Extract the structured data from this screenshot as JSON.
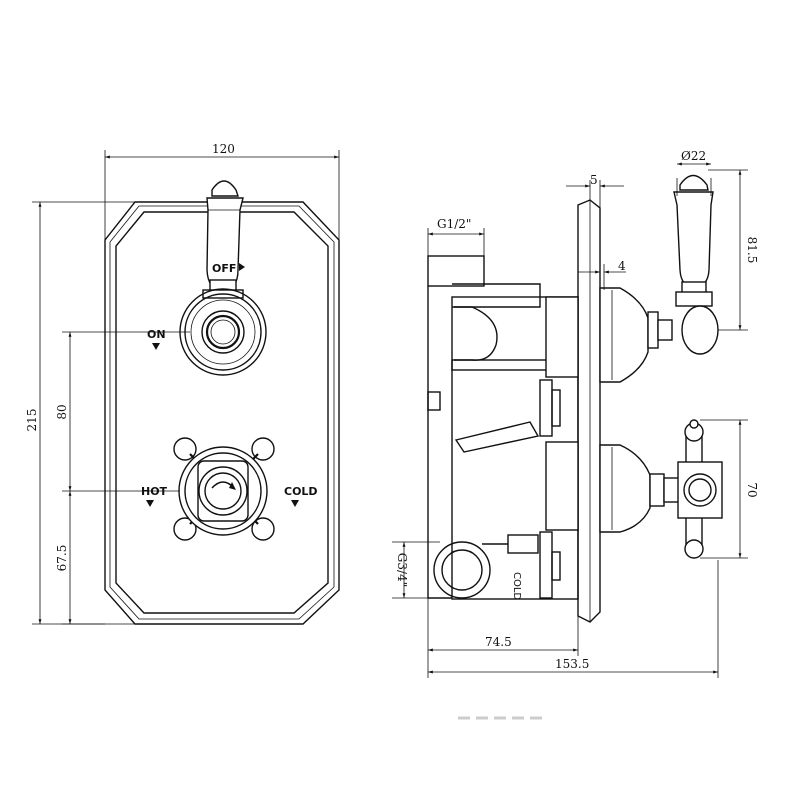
{
  "front_view": {
    "dimensions": {
      "width": "120",
      "height": "215",
      "upper_spacing": "80",
      "lower_spacing": "67.5"
    },
    "labels": {
      "off": "OFF",
      "on": "ON",
      "hot": "HOT",
      "cold": "COLD"
    }
  },
  "side_view": {
    "dimensions": {
      "inlet_top": "G1/2\"",
      "plate_thickness": "5",
      "gap": "4",
      "handle_diameter": "Ø22",
      "lever_height": "81.5",
      "knob_height": "70",
      "inlet_bottom": "G3/4\"",
      "body_depth": "74.5",
      "overall_depth": "153.5"
    },
    "labels": {
      "cold_port": "COLD"
    }
  }
}
